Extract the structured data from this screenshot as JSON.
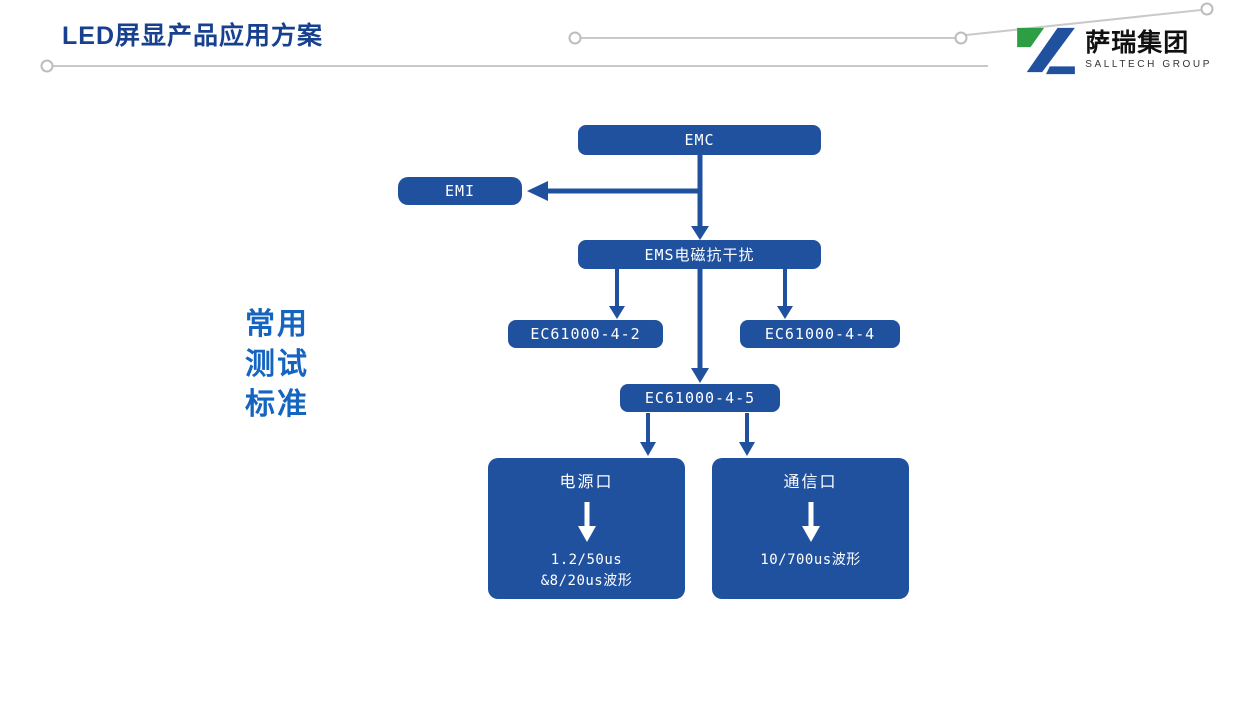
{
  "slide": {
    "title": "LED屏显产品应用方案",
    "side_label": {
      "lines": [
        "常用",
        "测试",
        "标准"
      ]
    }
  },
  "logo": {
    "name": "萨瑞集团",
    "subtitle": "SALLTECH GROUP"
  },
  "diagram": {
    "nodes": {
      "emc": "EMC",
      "emi": "EMI",
      "ems": "EMS电磁抗干扰",
      "ec42": "EC61000-4-2",
      "ec44": "EC61000-4-4",
      "ec45": "EC61000-4-5",
      "power_port": {
        "title": "电源口",
        "line1": "1.2/50us",
        "line2": "&8/20us波形"
      },
      "comm_port": {
        "title": "通信口",
        "line1": "10/700us波形"
      }
    }
  },
  "colors": {
    "box_blue": "#20519f",
    "title_blue": "#17418f",
    "side_label_blue": "#1565c0",
    "logo_green": "#2e9e45",
    "line_gray": "#c9c9c9"
  }
}
